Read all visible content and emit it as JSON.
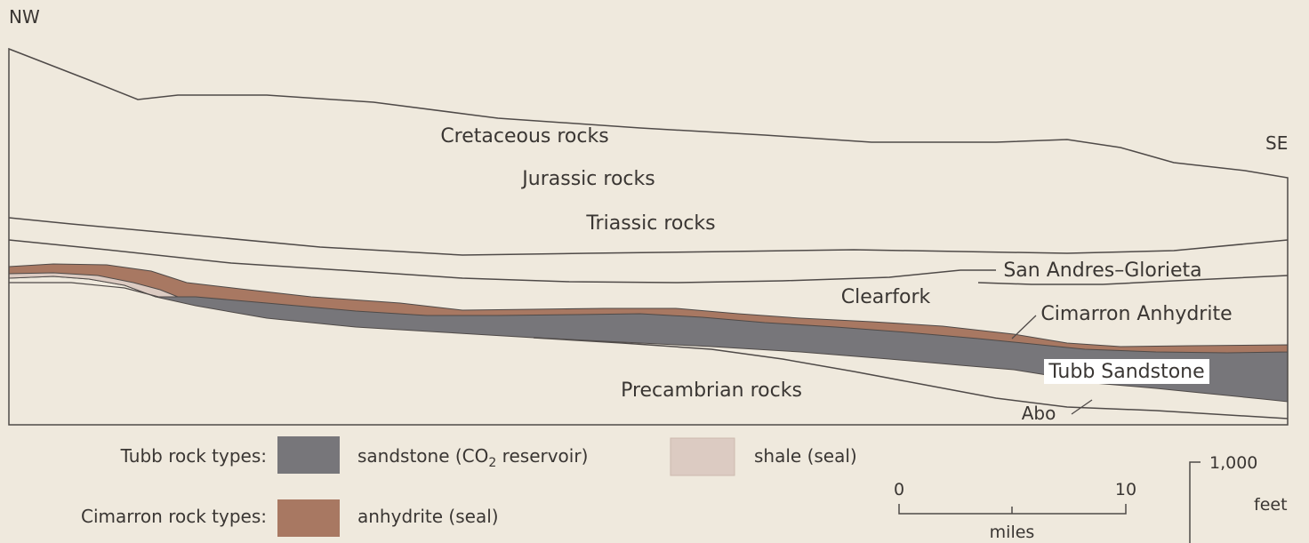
{
  "orientation": {
    "left": "NW",
    "right": "SE"
  },
  "units": [
    {
      "name": "Cretaceous rocks"
    },
    {
      "name": "Jurassic rocks"
    },
    {
      "name": "Triassic rocks"
    },
    {
      "name": "San Andres–Glorieta"
    },
    {
      "name": "Clearfork"
    },
    {
      "name": "Cimarron Anhydrite"
    },
    {
      "name": "Tubb Sandstone"
    },
    {
      "name": "Precambrian rocks"
    },
    {
      "name": "Abo"
    }
  ],
  "legend": {
    "tubb_label": "Tubb rock types:",
    "cimarron_label": "Cimarron rock types:",
    "sandstone": {
      "text": "sandstone (CO",
      "sub": "2",
      "text_after": " reservoir)",
      "color": "#77767a"
    },
    "shale": {
      "text": "shale (seal)",
      "color": "#dccbc2"
    },
    "anhydrite": {
      "text": "anhydrite (seal)",
      "color": "#a87862"
    }
  },
  "scale": {
    "horizontal": {
      "start": "0",
      "end": "10",
      "unit": "miles"
    },
    "vertical": {
      "value": "1,000",
      "unit": "feet"
    }
  },
  "colors": {
    "background": "#efe9dd",
    "line": "#4f4a48",
    "sandstone": "#77767a",
    "anhydrite": "#a87862",
    "shale": "#dccbc2"
  }
}
